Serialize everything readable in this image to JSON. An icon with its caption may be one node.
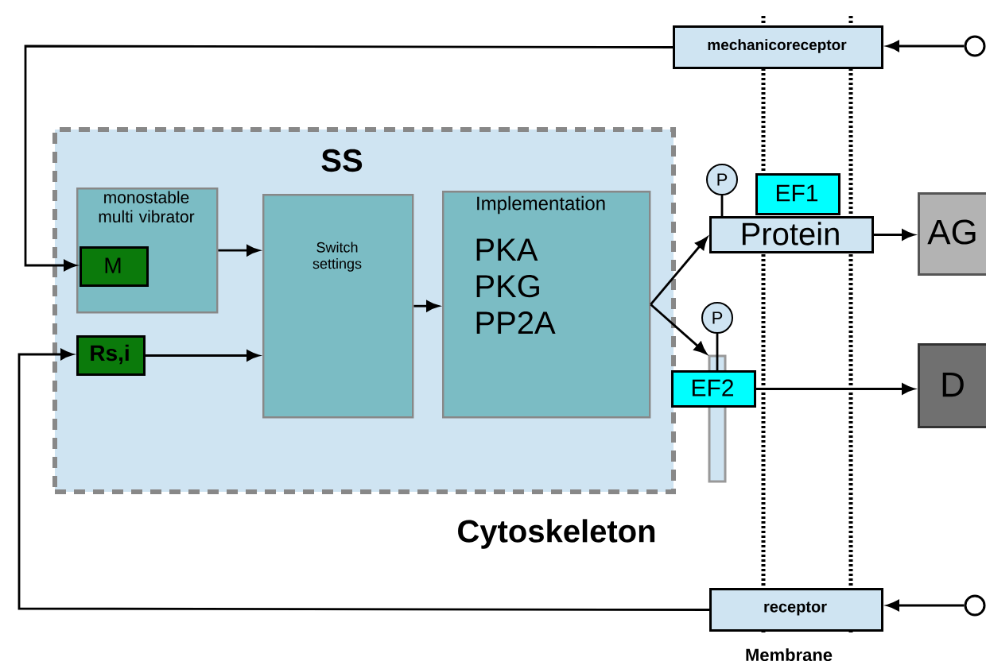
{
  "diagram": {
    "nodes": [
      {
        "text": [
          "SS"
        ]
      },
      {
        "text": [
          "monostable multi vibrator"
        ],
        "in": 0
      },
      {
        "text": [
          "M"
        ],
        "in": 1
      },
      {
        "text": [
          "Switch settings"
        ],
        "in": 0
      },
      {
        "text": [
          "Implementation",
          "PKA PKG PP2A"
        ],
        "in": 0
      },
      {
        "text": [
          "Rs,i"
        ],
        "in": 0
      },
      {
        "text": [
          "mechanicoreceptor"
        ]
      },
      {
        "text": [
          "receptor"
        ]
      },
      {
        "text": [],
        "shape": "circle"
      },
      {
        "text": [],
        "shape": "circle"
      },
      {
        "text": [
          "P"
        ]
      },
      {
        "text": [
          "Protein"
        ]
      },
      {
        "text": [
          "EF1"
        ]
      },
      {
        "text": [
          "P"
        ]
      },
      {
        "text": [
          "EF2"
        ]
      },
      {
        "text": [
          "AG"
        ]
      },
      {
        "text": [
          "D"
        ]
      }
    ],
    "edges": [
      {
        "from": 8,
        "to": 6,
        "arrow": "to"
      },
      {
        "from": 6,
        "to": 2,
        "arrow": "to"
      },
      {
        "from": 9,
        "to": 7,
        "arrow": "to"
      },
      {
        "from": 7,
        "to": 5,
        "arrow": "to"
      },
      {
        "from": 1,
        "to": 3,
        "arrow": "to"
      },
      {
        "from": 5,
        "to": 3,
        "arrow": "to"
      },
      {
        "from": 3,
        "to": 4,
        "arrow": "to"
      },
      {
        "from": 4,
        "to": 11,
        "arrow": "to"
      },
      {
        "from": 4,
        "to": 14,
        "arrow": "to"
      },
      {
        "from": 11,
        "to": 15,
        "arrow": "to"
      },
      {
        "from": 14,
        "to": 16,
        "arrow": "to"
      },
      {
        "from": 10,
        "to": 11,
        "arrow": "none"
      },
      {
        "from": 13,
        "to": 14,
        "arrow": "none"
      }
    ],
    "labels": [
      "Cytoskeleton",
      "Membrane"
    ]
  }
}
